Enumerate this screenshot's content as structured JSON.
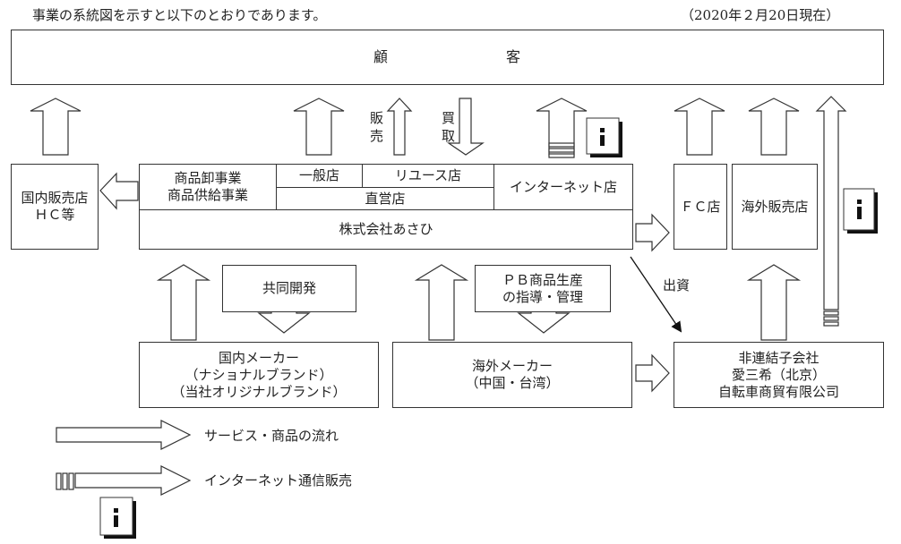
{
  "header": {
    "title": "事業の系統図を示すと以下のとおりであります。",
    "date": "（2020年２月20日現在）"
  },
  "customers": {
    "label_1": "顧",
    "label_2": "客"
  },
  "labels": {
    "sell_1": "販",
    "sell_2": "売",
    "buy_1": "買",
    "buy_2": "取",
    "investment": "出資"
  },
  "domestic_store": {
    "line1": "国内販売店",
    "line2": "ＨＣ等"
  },
  "asahi": {
    "wholesale_line1": "商品卸事業",
    "wholesale_line2": "商品供給事業",
    "general_store": "一般店",
    "reuse_store": "リユース店",
    "direct_store": "直営店",
    "internet_store": "インターネット店",
    "company": "株式会社あさひ"
  },
  "fc_store": "ＦＣ店",
  "overseas_store": "海外販売店",
  "joint_dev": "共同開発",
  "pb_guidance": {
    "line1": "ＰＢ商品生産",
    "line2": "の指導・管理"
  },
  "domestic_maker": {
    "line1": "国内メーカー",
    "line2": "（ナショナルブランド）",
    "line3": "（当社オリジナルブランド）"
  },
  "overseas_maker": {
    "line1": "海外メーカー",
    "line2": "（中国・台湾）"
  },
  "affiliate": {
    "line1": "非連結子会社",
    "line2": "愛三希（北京）",
    "line3": "自転車商貿有限公司"
  },
  "legend": {
    "service_flow": "サービス・商品の流れ",
    "internet_sales": "インターネット通信販売"
  },
  "icon_names": [
    "info-icon"
  ]
}
